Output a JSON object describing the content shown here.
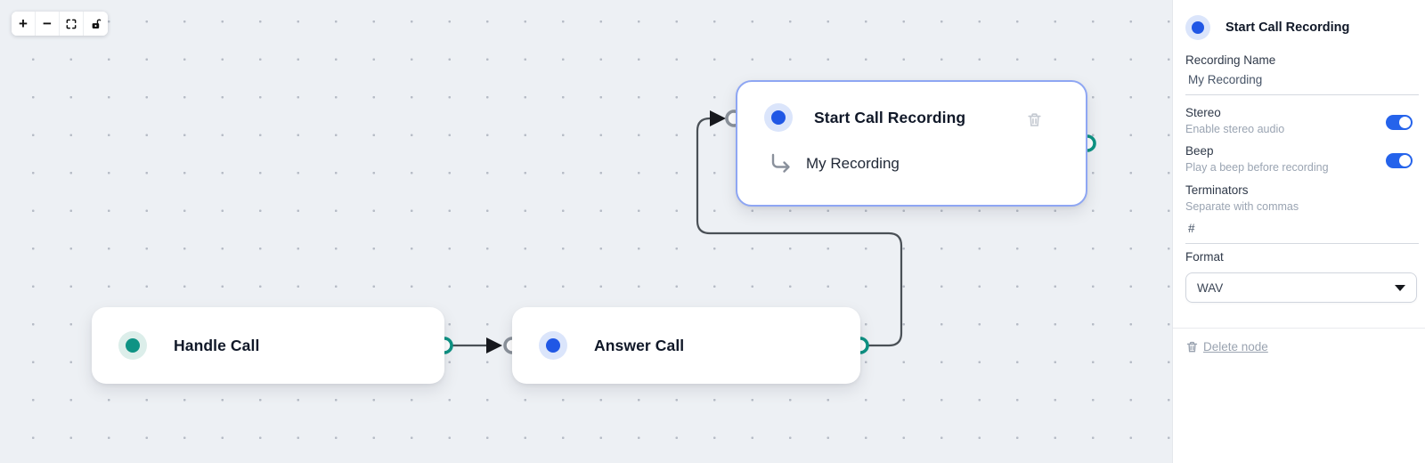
{
  "toolbar": {
    "zoom_in_glyph": "+",
    "zoom_out_glyph": "−"
  },
  "nodes": [
    {
      "label": "Handle Call",
      "dot_color": "#0e9384"
    },
    {
      "label": "Answer Call",
      "dot_color": "#2057e5"
    },
    {
      "label": "Start Call Recording",
      "sublabel": "My Recording",
      "dot_color": "#2057e5",
      "selected": true
    }
  ],
  "edges": [
    {
      "from": "Handle Call",
      "to": "Answer Call"
    },
    {
      "from": "Answer Call",
      "to": "Start Call Recording"
    }
  ],
  "panel": {
    "title": "Start Call Recording",
    "recording_name": {
      "label": "Recording Name",
      "value": "My Recording"
    },
    "stereo": {
      "label": "Stereo",
      "description": "Enable stereo audio",
      "enabled": true
    },
    "beep": {
      "label": "Beep",
      "description": "Play a beep before recording",
      "enabled": true
    },
    "terminators": {
      "label": "Terminators",
      "description": "Separate with commas",
      "value": "#"
    },
    "format": {
      "label": "Format",
      "value": "WAV"
    },
    "delete_label": "Delete node"
  },
  "colors": {
    "accent_blue": "#2057e5",
    "toggle_blue": "#2563eb",
    "teal": "#0e9384",
    "selected_border": "#8ea6f3",
    "edge": "#4a5056",
    "canvas_bg": "#edf0f4"
  }
}
